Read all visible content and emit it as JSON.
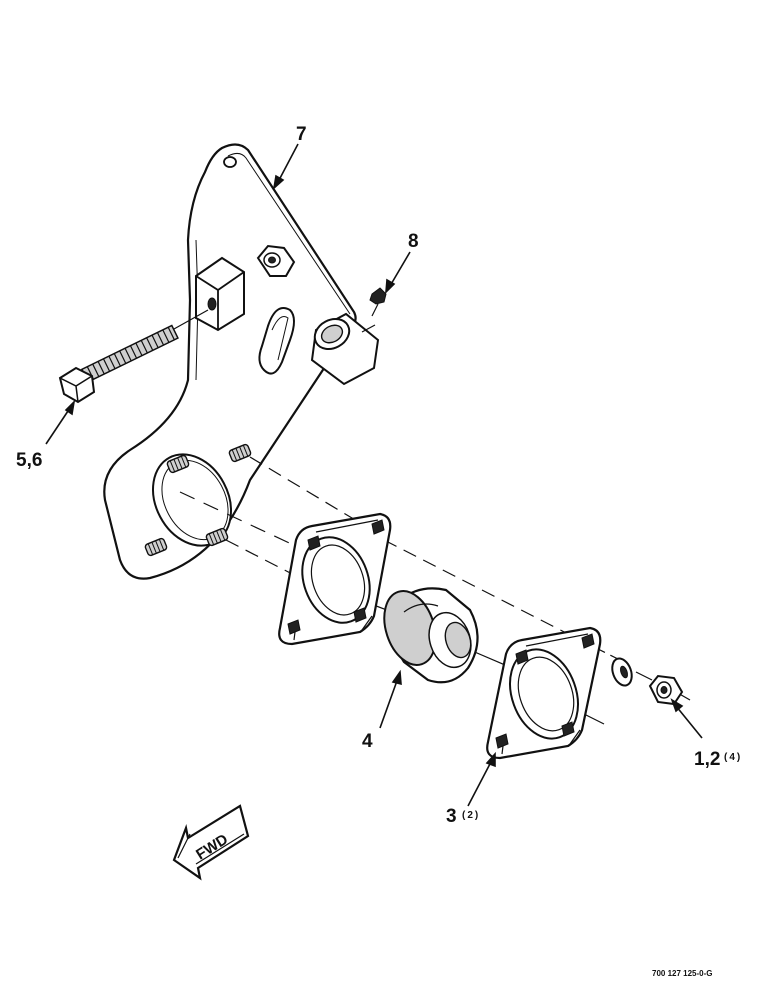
{
  "callouts": {
    "item_7": "7",
    "item_8": "8",
    "item_5_6": "5,6",
    "item_4": "4",
    "item_3": "3",
    "item_3_qty": "(2)",
    "item_1_2": "1,2",
    "item_1_2_qty": "(4)"
  },
  "direction_label": "FWD",
  "drawing_number": "700 127 125-0-G"
}
